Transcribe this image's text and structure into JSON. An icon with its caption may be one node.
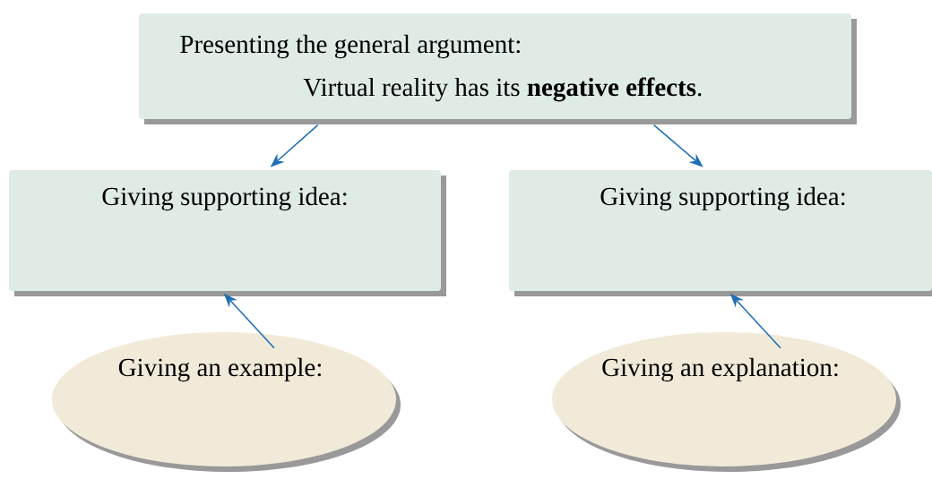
{
  "diagram": {
    "nodes": [
      {
        "text": [
          "Presenting the general argument:",
          "Virtual reality has its **negative effects**."
        ]
      },
      {
        "text": [
          "Giving supporting idea:"
        ]
      },
      {
        "text": [
          "Giving supporting idea:"
        ]
      },
      {
        "text": [
          "Giving an example:"
        ]
      },
      {
        "text": [
          "Giving an explanation:"
        ]
      }
    ],
    "edges": [
      {
        "from": 0,
        "to": 1,
        "arrow": "to"
      },
      {
        "from": 0,
        "to": 2,
        "arrow": "to"
      },
      {
        "from": 3,
        "to": 1,
        "arrow": "to"
      },
      {
        "from": 4,
        "to": 2,
        "arrow": "to"
      }
    ]
  }
}
